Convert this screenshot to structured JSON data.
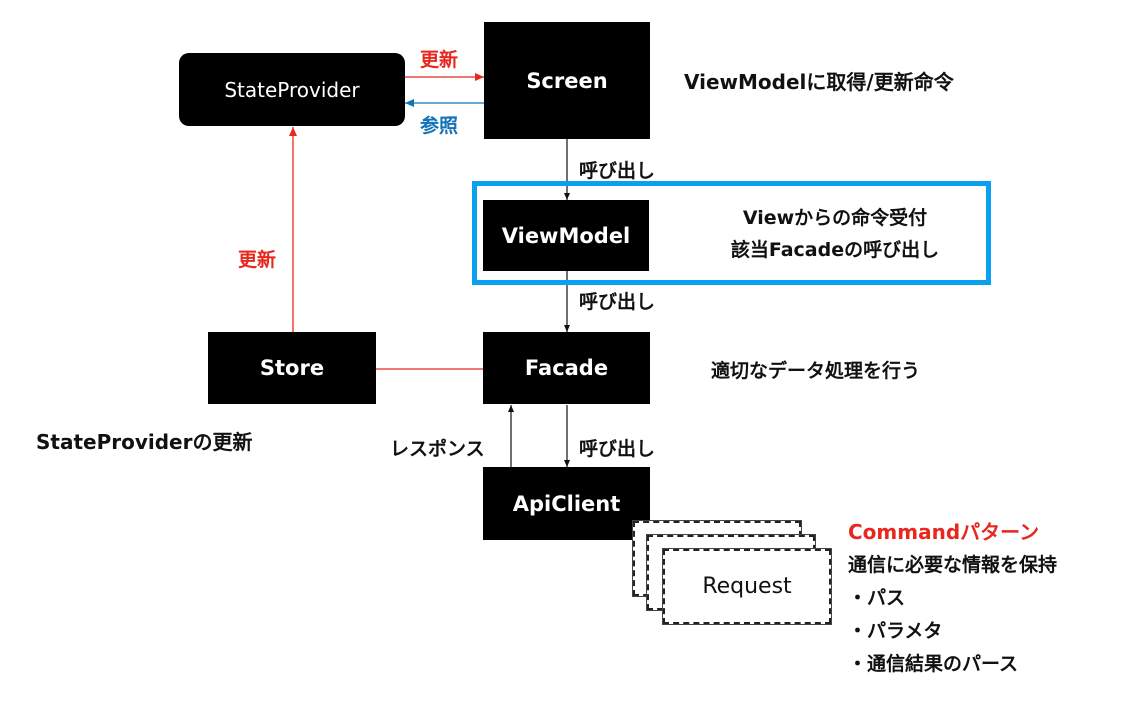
{
  "nodes": {
    "state_provider": "StateProvider",
    "screen": "Screen",
    "view_model": "ViewModel",
    "facade": "Facade",
    "store": "Store",
    "api_client": "ApiClient",
    "request": "Request"
  },
  "edge_labels": {
    "update_to_screen": "更新",
    "reference_from_screen": "参照",
    "screen_to_viewmodel": "呼び出し",
    "viewmodel_to_facade": "呼び出し",
    "facade_to_apiclient": "呼び出し",
    "apiclient_to_facade": "レスポンス",
    "store_to_stateprovider": "更新"
  },
  "annotations": {
    "screen_note": "ViewModelに取得/更新命令",
    "viewmodel_note_line1": "Viewからの命令受付",
    "viewmodel_note_line2": "該当Facadeの呼び出し",
    "facade_note": "適切なデータ処理を行う",
    "store_note": "StateProviderの更新"
  },
  "command_pattern": {
    "title": "Commandパターン",
    "description": "通信に必要な情報を保持",
    "items": [
      "・パス",
      "・パラメタ",
      "・通信結果のパース"
    ]
  },
  "colors": {
    "update_arrow": "#e8281e",
    "reference_arrow": "#1273b8",
    "highlight_border": "#0aa0f0",
    "node_fill": "#000000"
  }
}
